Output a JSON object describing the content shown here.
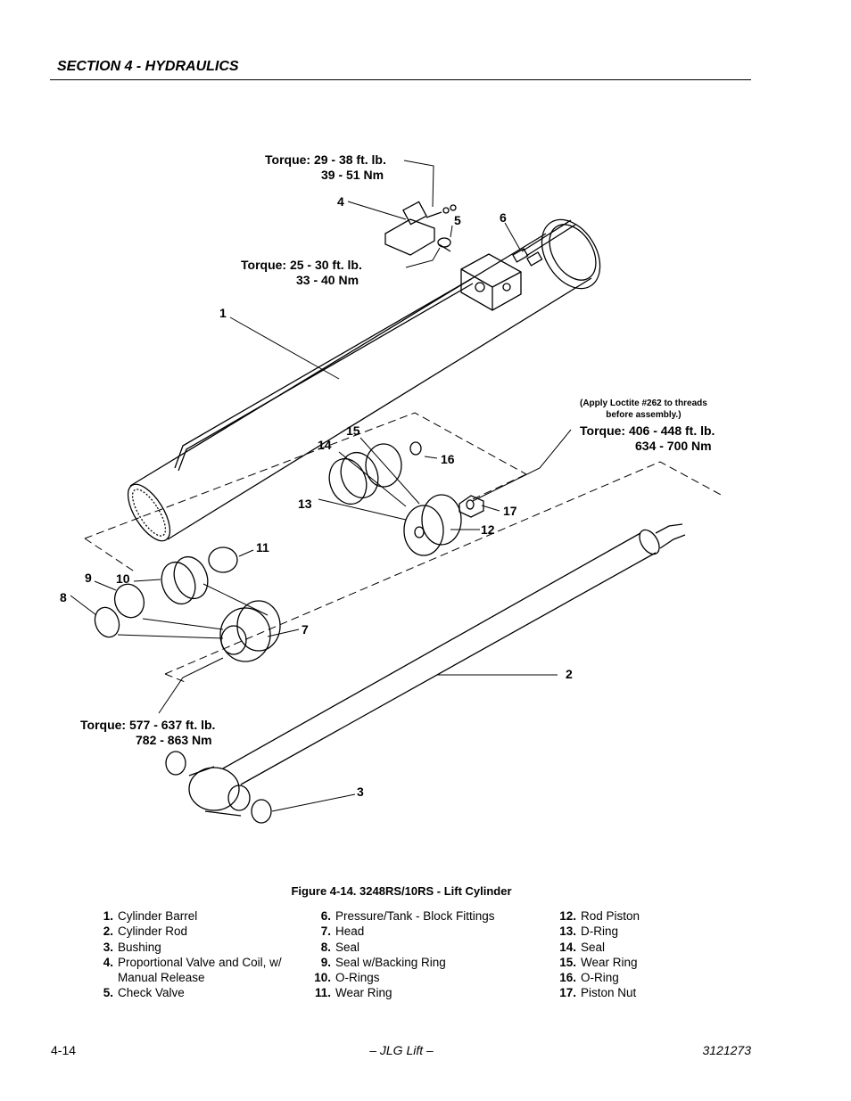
{
  "header": {
    "section": "SECTION 4 - HYDRAULICS"
  },
  "callouts": {
    "c1": "1",
    "c2": "2",
    "c3": "3",
    "c4": "4",
    "c5": "5",
    "c6": "6",
    "c7": "7",
    "c8": "8",
    "c9": "9",
    "c10": "10",
    "c11": "11",
    "c12": "12",
    "c13": "13",
    "c14": "14",
    "c15": "15",
    "c16": "16",
    "c17": "17"
  },
  "torques": {
    "valve": {
      "line1": "Torque: 29 - 38 ft. lb.",
      "line2": "39 - 51 Nm"
    },
    "check": {
      "line1": "Torque: 25 - 30 ft. lb.",
      "line2": "33 - 40 Nm"
    },
    "nut": {
      "line1": "Torque: 406 - 448 ft. lb.",
      "line2": "634 - 700 Nm"
    },
    "head": {
      "line1": "Torque: 577 - 637 ft. lb.",
      "line2": "782 - 863 Nm"
    }
  },
  "loctite": {
    "line1": "(Apply Loctite #262 to threads",
    "line2": "before assembly.)"
  },
  "caption": "Figure 4-14.  3248RS/10RS - Lift Cylinder",
  "legend": {
    "col1": [
      {
        "n": "1.",
        "t": "Cylinder Barrel"
      },
      {
        "n": "2.",
        "t": "Cylinder Rod"
      },
      {
        "n": "3.",
        "t": "Bushing"
      },
      {
        "n": "4.",
        "t": "Proportional Valve and Coil, w/"
      },
      {
        "n": "",
        "t": "Manual Release"
      },
      {
        "n": "5.",
        "t": "Check Valve"
      }
    ],
    "col2": [
      {
        "n": "6.",
        "t": "Pressure/Tank - Block Fittings"
      },
      {
        "n": "7.",
        "t": "Head"
      },
      {
        "n": "8.",
        "t": "Seal"
      },
      {
        "n": "9.",
        "t": "Seal w/Backing Ring"
      },
      {
        "n": "10.",
        "t": "O-Rings"
      },
      {
        "n": "11.",
        "t": "Wear Ring"
      }
    ],
    "col3": [
      {
        "n": "12.",
        "t": "Rod Piston"
      },
      {
        "n": "13.",
        "t": "D-Ring"
      },
      {
        "n": "14.",
        "t": "Seal"
      },
      {
        "n": "15.",
        "t": "Wear Ring"
      },
      {
        "n": "16.",
        "t": "O-Ring"
      },
      {
        "n": "17.",
        "t": "Piston Nut"
      }
    ]
  },
  "footer": {
    "page": "4-14",
    "center": "– JLG Lift –",
    "doc": "3121273"
  }
}
